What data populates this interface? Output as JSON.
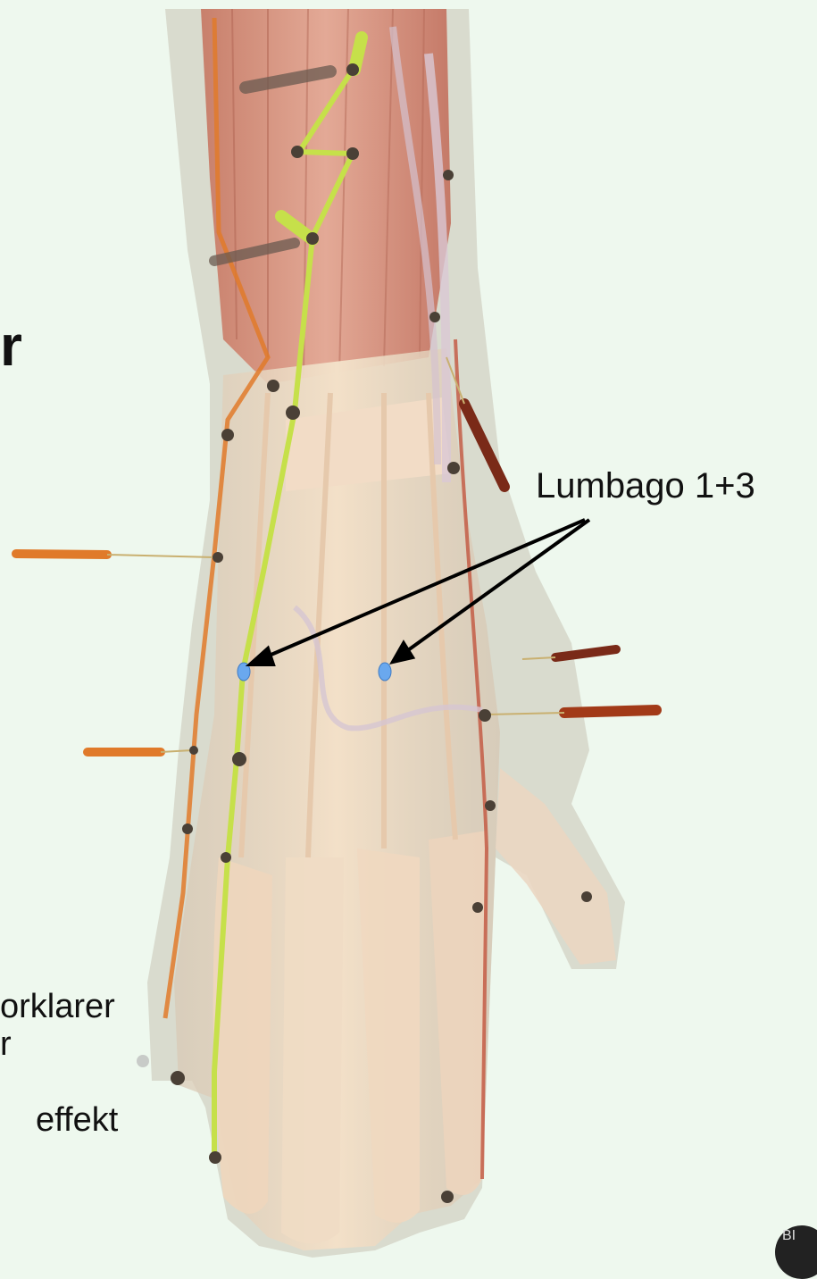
{
  "annotation": {
    "label": "Lumbago 1+3",
    "arrow_color": "#000000"
  },
  "text_fragments": {
    "left_mid": "r",
    "left_bottom_1": "orklarer",
    "left_bottom_2": "r",
    "left_bottom_3": "effekt"
  },
  "colors": {
    "background": "#eef8ee",
    "skin": "#f0d8bc",
    "muscle": "#d9917f",
    "meridian": "#c6e04a",
    "needle_orange": "#e07a2a",
    "needle_dark": "#7a2a18",
    "acupoint_dark": "#4a4036",
    "lumbago_point": "#6aa8ee"
  },
  "watermark": "BI"
}
